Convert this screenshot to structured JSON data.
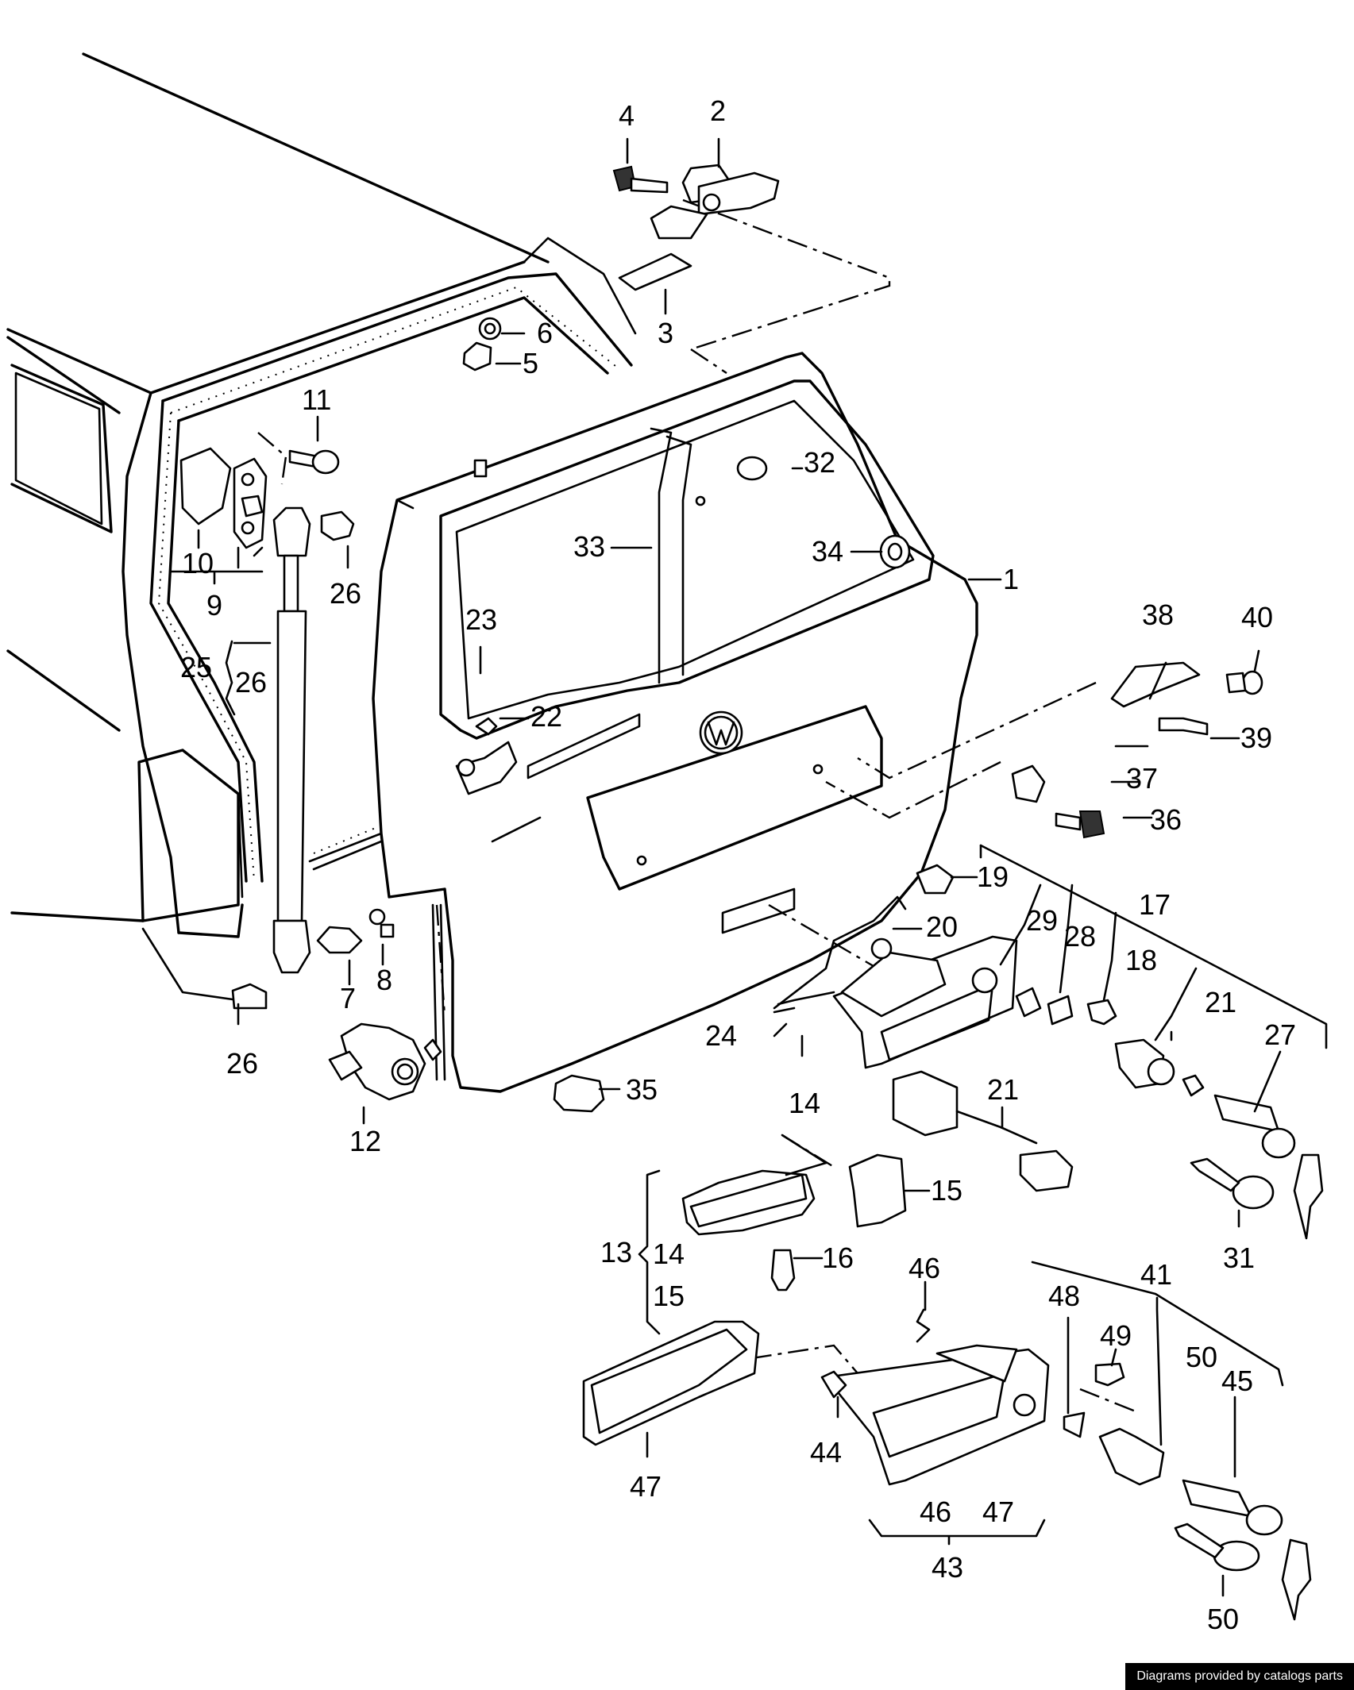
{
  "diagram": {
    "labels": [
      "1",
      "2",
      "3",
      "4",
      "5",
      "6",
      "7",
      "8",
      "9",
      "10",
      "11",
      "12",
      "13",
      "14",
      "14",
      "14",
      "15",
      "15",
      "16",
      "17",
      "18",
      "19",
      "20",
      "21",
      "21",
      "22",
      "23",
      "24",
      "25",
      "26",
      "26",
      "26",
      "27",
      "28",
      "29",
      "31",
      "32",
      "33",
      "34",
      "35",
      "36",
      "37",
      "38",
      "39",
      "40",
      "41",
      "43",
      "44",
      "45",
      "46",
      "46",
      "47",
      "47",
      "48",
      "49",
      "50",
      "50"
    ]
  },
  "credit": "Diagrams provided by catalogs parts"
}
